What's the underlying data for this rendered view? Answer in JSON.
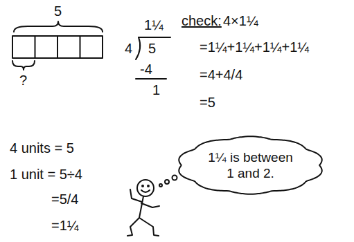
{
  "diagram": {
    "nodes": [
      {
        "text": [
          "1¼ is between 1 and 2."
        ]
      }
    ],
    "labels": [
      "5",
      "?",
      "1¼",
      "4",
      "5",
      "-4",
      "1",
      "check:",
      "4×1¼",
      "=1¼+1¼+1¼+1¼",
      "=4+4/4",
      "=5",
      "4 units = 5",
      "1 unit = 5÷4",
      "=5/4",
      "=1¼"
    ]
  }
}
